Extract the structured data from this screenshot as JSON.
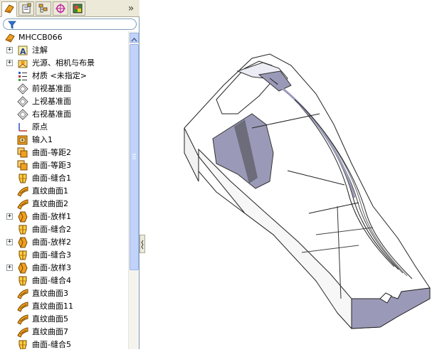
{
  "tabs": [
    {
      "icon": "feature-manager-icon",
      "active": true
    },
    {
      "icon": "property-manager-icon",
      "active": false
    },
    {
      "icon": "configuration-manager-icon",
      "active": false
    },
    {
      "icon": "dimxpert-manager-icon",
      "active": false
    },
    {
      "icon": "display-manager-icon",
      "active": false
    }
  ],
  "collapse_glyph": "»",
  "tree": {
    "root": {
      "label": "MHCCB066",
      "icon": "part-icon"
    },
    "items": [
      {
        "label": "注解",
        "icon": "annotations-icon",
        "expandable": true
      },
      {
        "label": "光源、相机与布景",
        "icon": "lights-icon",
        "expandable": true
      },
      {
        "label": "材质 <未指定>",
        "icon": "material-icon",
        "expandable": false
      },
      {
        "label": "前视基准面",
        "icon": "plane-icon",
        "expandable": false
      },
      {
        "label": "上视基准面",
        "icon": "plane-icon",
        "expandable": false
      },
      {
        "label": "右视基准面",
        "icon": "plane-icon",
        "expandable": false
      },
      {
        "label": "原点",
        "icon": "origin-icon",
        "expandable": false
      },
      {
        "label": "输入1",
        "icon": "import-icon",
        "expandable": false
      },
      {
        "label": "曲面-等距2",
        "icon": "offset-surface-icon",
        "expandable": false
      },
      {
        "label": "曲面-等距3",
        "icon": "offset-surface-icon",
        "expandable": false
      },
      {
        "label": "曲面-缝合1",
        "icon": "knit-surface-icon",
        "expandable": false
      },
      {
        "label": "直纹曲面1",
        "icon": "ruled-surface-icon",
        "expandable": false
      },
      {
        "label": "直纹曲面2",
        "icon": "ruled-surface-icon",
        "expandable": false
      },
      {
        "label": "曲面-放样1",
        "icon": "loft-surface-icon",
        "expandable": true
      },
      {
        "label": "曲面-缝合2",
        "icon": "knit-surface-icon",
        "expandable": false
      },
      {
        "label": "曲面-放样2",
        "icon": "loft-surface-icon",
        "expandable": true
      },
      {
        "label": "曲面-缝合3",
        "icon": "knit-surface-icon",
        "expandable": false
      },
      {
        "label": "曲面-放样3",
        "icon": "loft-surface-icon",
        "expandable": true
      },
      {
        "label": "曲面-缝合4",
        "icon": "knit-surface-icon",
        "expandable": false
      },
      {
        "label": "直纹曲面3",
        "icon": "ruled-surface-icon",
        "expandable": false
      },
      {
        "label": "直纹曲面11",
        "icon": "ruled-surface-icon",
        "expandable": false
      },
      {
        "label": "直纹曲面5",
        "icon": "ruled-surface-icon",
        "expandable": false
      },
      {
        "label": "直纹曲面7",
        "icon": "ruled-surface-icon",
        "expandable": false
      },
      {
        "label": "曲面-缝合5",
        "icon": "knit-surface-icon",
        "expandable": false
      }
    ]
  },
  "colors": {
    "panel_border": "#7f9db9",
    "scrollbar": "#c1d3fb",
    "model_shade": "#9a9ab8",
    "model_dark": "#6c6c7a",
    "feature_orange": "#f0a020"
  }
}
